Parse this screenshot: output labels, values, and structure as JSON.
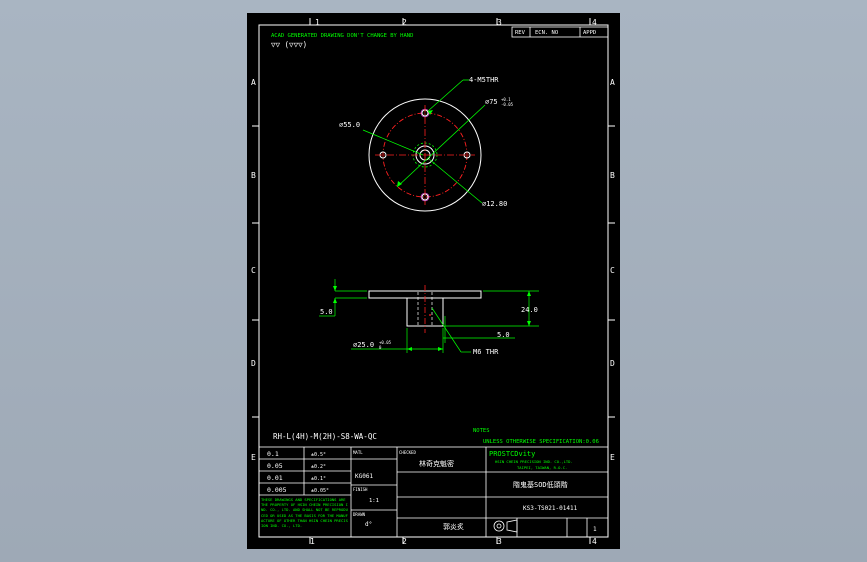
{
  "frame": {
    "col_labels": [
      "1",
      "2",
      "3",
      "4"
    ],
    "row_labels": [
      "A",
      "B",
      "C",
      "D",
      "E"
    ]
  },
  "header": {
    "note": "ACAD GENERATED DRAWING DON'T CHANGE BY HAND",
    "surface_symbol": "▽▽ (▽▽▽)",
    "rev_table": [
      "REV",
      "ECN. NO",
      "APPD"
    ]
  },
  "top_view": {
    "label_holes": "4-M5THR",
    "label_bolt_circle": "⌀75",
    "label_bolt_tol_upper": "+0.1",
    "label_bolt_tol_lower": "-0.05",
    "label_inner_circle": "⌀55.0",
    "label_bore": "⌀12.80"
  },
  "side_view": {
    "dim_flange": "5.0",
    "dim_height": "24.0",
    "dim_wall": "5.0",
    "dim_boss": "⌀25.0",
    "dim_boss_tol_upper": "+0.05",
    "dim_boss_tol_lower": "0",
    "thread": "M6 THR"
  },
  "notes": {
    "title": "NOTES",
    "spec": "UNLESS OTHERWISE SPECIFICATION:0.06"
  },
  "part_number": "RH-L(4H)-M(2H)-S8-WA-QC",
  "title_block": {
    "tolerances": [
      {
        "val": "0.1",
        "ang": "±0.5°"
      },
      {
        "val": "0.05",
        "ang": "±0.2°"
      },
      {
        "val": "0.01",
        "ang": "±0.1°"
      },
      {
        "val": "0.005",
        "ang": "±0.05°"
      }
    ],
    "material_label": "MATL",
    "material": "KG061",
    "finish_label": "FINISH",
    "drawn_label": "DRAWN",
    "scale": "1:1",
    "date": "d°",
    "checked_label": "CHECKED",
    "checked": "林奇克魁密",
    "approved": "郭炎炙",
    "company": "PROSTCDvity",
    "company_full": "HSIN CHEIN PRECISION IND. CO.,LTD.",
    "company_addr": "TAIPEI, TAIWAN, R.O.C.",
    "product": "階鬼基SOD低頭階",
    "drawing_no": "KS3-TS021-01411",
    "sheet": "1",
    "copyright": "THESE DRAWINGS AND SPECIFICATIONS ARE THE PROPERTY OF HSIN CHEIN PRECISION IND. CO., LTD. AND SHALL NOT BE REPRODUCED OR USED AS THE BASIS FOR THE MANUFACTURE OF OTHER THAN HSIN CHEIN PRECISION IND. CO., LTD."
  }
}
